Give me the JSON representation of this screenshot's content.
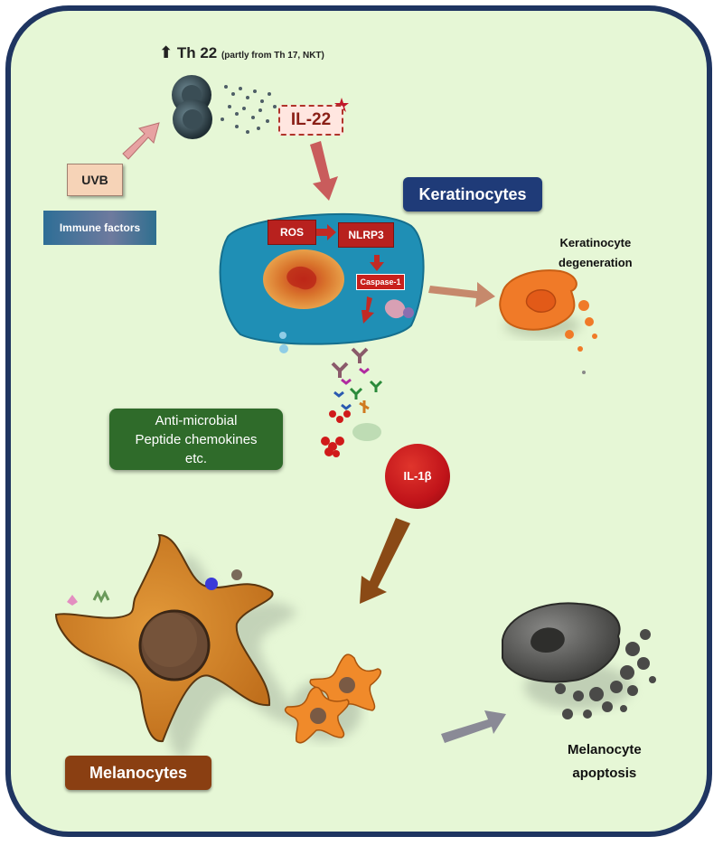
{
  "th22": {
    "arrow": "⬆",
    "main": "Th 22",
    "note": "(partly from Th 17, NKT)"
  },
  "uvb": "UVB",
  "immune_factors": "Immune factors",
  "il22": "IL-22",
  "keratinocytes": "Keratinocytes",
  "ros": "ROS",
  "nlrp3": "NLRP3",
  "caspase": "Caspase-1",
  "keratinocyte_degeneration": {
    "line1": "Keratinocyte",
    "line2": "degeneration"
  },
  "amp": {
    "line1": "Anti-microbial",
    "line2": "Peptide chemokines",
    "line3": "etc."
  },
  "il1b": "IL-1β",
  "melanocytes": "Melanocytes",
  "melanocyte_apoptosis": {
    "line1": "Melanocyte",
    "line2": "apoptosis"
  },
  "colors": {
    "border": "#1f3561",
    "background": "#e6f7d6",
    "cell": "#1f8fb5",
    "keratinocytes_box": "#1f3b78",
    "amp_box": "#2f6b2a",
    "melanocytes_box": "#8a3f12",
    "il1b": "#c1141a"
  }
}
